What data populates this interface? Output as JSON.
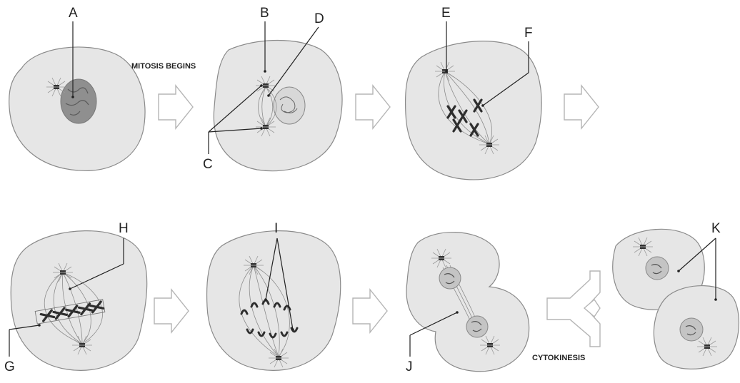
{
  "captions": {
    "mitosis_begins": "MITOSIS BEGINS",
    "cytokinesis": "CYTOKINESIS"
  },
  "labels": {
    "a": "A",
    "b": "B",
    "c": "C",
    "d": "D",
    "e": "E",
    "f": "F",
    "g": "G",
    "h": "H",
    "i": "I",
    "j": "J",
    "k": "K"
  },
  "colors": {
    "cell_fill": "#e6e6e6",
    "cell_outline": "#8a8a8a",
    "arrow_outline": "#b5b5b5",
    "chromosome": "#2e2e2e"
  }
}
